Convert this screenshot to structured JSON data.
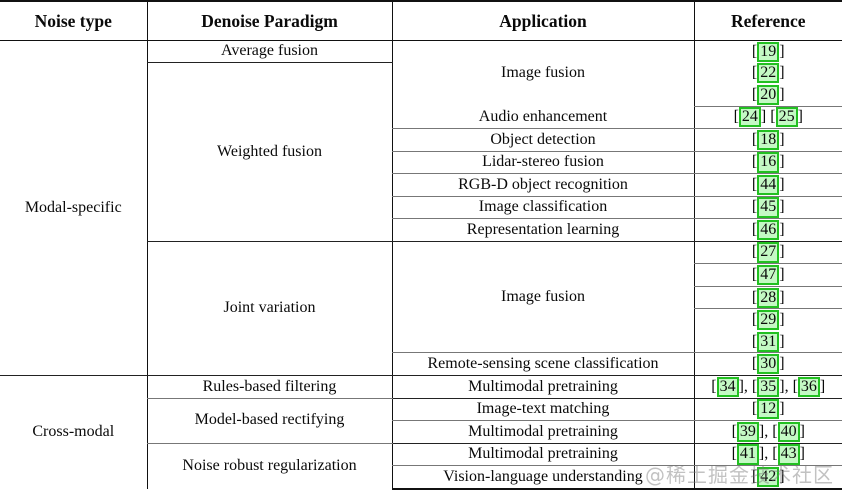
{
  "table": {
    "headers": [
      {
        "label": "Noise type",
        "name": "header-noise-type"
      },
      {
        "label": "Denoise Paradigm",
        "name": "header-denoise-paradigm"
      },
      {
        "label": "Application",
        "name": "header-application"
      },
      {
        "label": "Reference",
        "name": "header-reference"
      }
    ],
    "noise_types": [
      {
        "label": "Modal-specific"
      },
      {
        "label": "Cross-modal"
      }
    ],
    "paradigms": [
      {
        "label": "Average fusion"
      },
      {
        "label": "Weighted fusion"
      },
      {
        "label": "Joint variation"
      },
      {
        "label": "Rules-based filtering"
      },
      {
        "label": "Model-based rectifying"
      },
      {
        "label": "Noise robust regularization"
      }
    ],
    "applications": [
      {
        "label": "Image fusion"
      },
      {
        "label": "Audio enhancement"
      },
      {
        "label": "Object detection"
      },
      {
        "label": "Lidar-stereo fusion"
      },
      {
        "label": "RGB-D object recognition"
      },
      {
        "label": "Image classification"
      },
      {
        "label": "Representation learning"
      },
      {
        "label": "Remote-sensing scene classification"
      },
      {
        "label": "Multimodal pretraining"
      },
      {
        "label": "Image-text matching"
      },
      {
        "label": "Vision-language understanding"
      }
    ],
    "rows": [
      {
        "ref": "[19]",
        "refs": [
          "19"
        ]
      },
      {
        "ref": "[22]",
        "refs": [
          "22"
        ]
      },
      {
        "ref": "[20]",
        "refs": [
          "20"
        ]
      },
      {
        "ref": "[24] [25]",
        "refs": [
          "24",
          "25"
        ]
      },
      {
        "ref": "[18]",
        "refs": [
          "18"
        ]
      },
      {
        "ref": "[16]",
        "refs": [
          "16"
        ]
      },
      {
        "ref": "[44]",
        "refs": [
          "44"
        ]
      },
      {
        "ref": "[45]",
        "refs": [
          "45"
        ]
      },
      {
        "ref": "[46]",
        "refs": [
          "46"
        ]
      },
      {
        "ref": "[27]",
        "refs": [
          "27"
        ]
      },
      {
        "ref": "[47]",
        "refs": [
          "47"
        ]
      },
      {
        "ref": "[28]",
        "refs": [
          "28"
        ]
      },
      {
        "ref": "[29]",
        "refs": [
          "29"
        ]
      },
      {
        "ref": "[31]",
        "refs": [
          "31"
        ]
      },
      {
        "ref": "[30]",
        "refs": [
          "30"
        ]
      },
      {
        "ref": "[34], [35], [36]",
        "refs": [
          "34",
          "35",
          "36"
        ]
      },
      {
        "ref": "[12]",
        "refs": [
          "12"
        ]
      },
      {
        "ref": "[39], [40]",
        "refs": [
          "39",
          "40"
        ]
      },
      {
        "ref": "[41], [43]",
        "refs": [
          "41",
          "43"
        ]
      },
      {
        "ref": "[42]",
        "refs": [
          "42"
        ]
      }
    ],
    "reference_cells": {
      "r1": "19",
      "r2": "22",
      "r3": "20",
      "r4a": "24",
      "r4b": "25",
      "r5": "18",
      "r6": "16",
      "r7": "44",
      "r8": "45",
      "r9": "46",
      "r10": "27",
      "r11": "47",
      "r12": "28",
      "r13": "29",
      "r14": "31",
      "r15": "30",
      "r16a": "34",
      "r16b": "35",
      "r16c": "36",
      "r17": "12",
      "r18a": "39",
      "r18b": "40",
      "r19a": "41",
      "r19b": "43",
      "r20": "42"
    }
  },
  "watermark": {
    "text": "@稀土掘金技术社区"
  },
  "colors": {
    "highlight_border": "#22c021",
    "highlight_fill": "rgba(60,235,60,0.30)",
    "rule": "#111111",
    "text": "#0a0a0a"
  }
}
